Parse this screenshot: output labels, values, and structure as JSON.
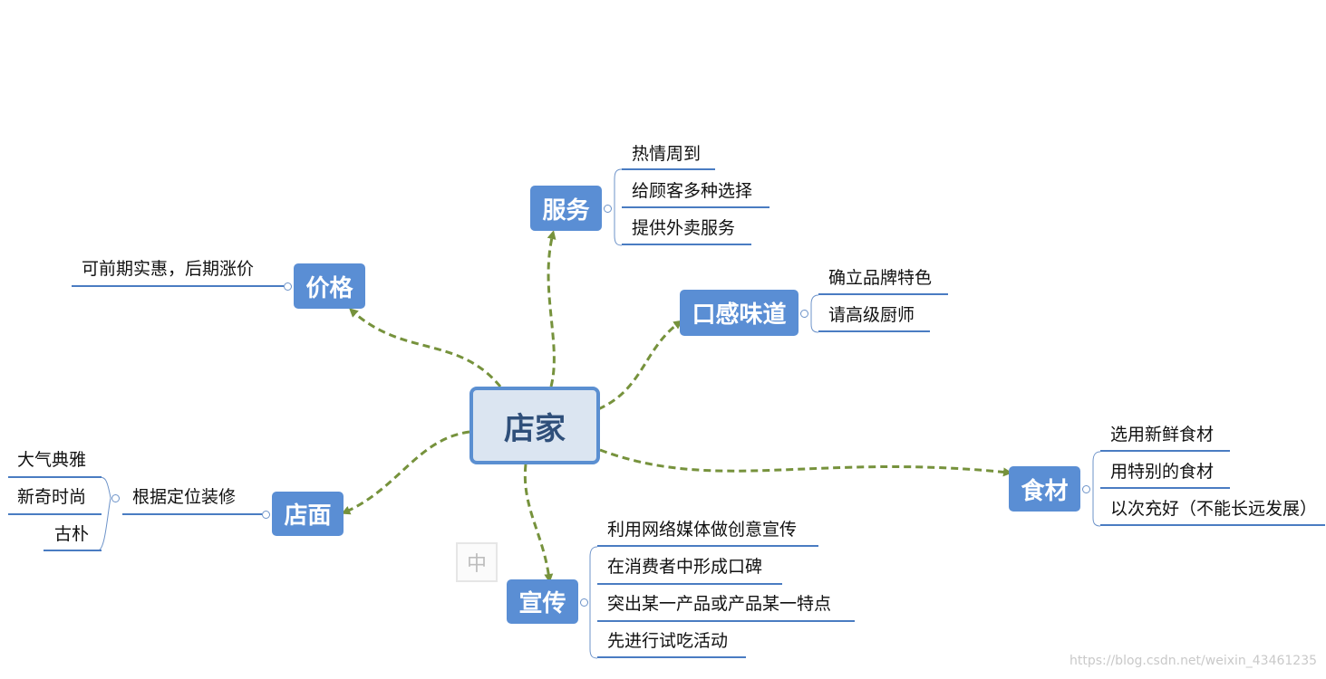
{
  "central": "店家",
  "topics": {
    "service": {
      "label": "服务",
      "items": [
        "热情周到",
        "给顾客多种选择",
        "提供外卖服务"
      ]
    },
    "taste": {
      "label": "口感味道",
      "items": [
        "确立品牌特色",
        "请高级厨师"
      ]
    },
    "price": {
      "label": "价格",
      "items": [
        "可前期实惠，后期涨价"
      ]
    },
    "ingredients": {
      "label": "食材",
      "items": [
        "选用新鲜食材",
        "用特别的食材",
        "以次充好（不能长远发展）"
      ]
    },
    "storefront": {
      "label": "店面",
      "sub_label": "根据定位装修",
      "sub_items": [
        "大气典雅",
        "新奇时尚",
        "古朴"
      ]
    },
    "promotion": {
      "label": "宣传",
      "items": [
        "利用网络媒体做创意宣传",
        "在消费者中形成口碑",
        "突出某一产品或产品某一特点",
        "先进行试吃活动"
      ]
    }
  },
  "ime_indicator": "中",
  "watermark": "https://blog.csdn.net/weixin_43461235",
  "colors": {
    "topic_fill": "#5a8ed4",
    "central_fill": "#dbe5f1",
    "central_border": "#5b8fd1",
    "connector": "#76923c",
    "underline": "#4a7cc2"
  }
}
